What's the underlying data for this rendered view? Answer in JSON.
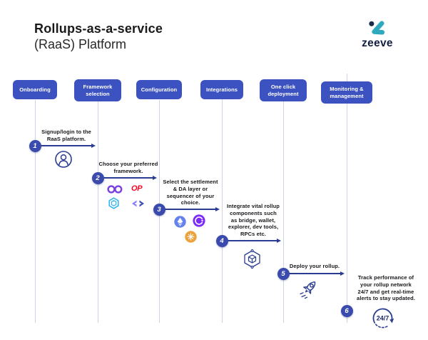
{
  "header": {
    "title_line1": "Rollups-as-a-service",
    "title_line2": "(RaaS) Platform",
    "brand": "zeeve"
  },
  "stages": [
    {
      "label": "Onboarding"
    },
    {
      "label": "Framework\nselection"
    },
    {
      "label": "Configuration"
    },
    {
      "label": "Integrations"
    },
    {
      "label": "One click\ndeployment"
    },
    {
      "label": "Monitoring &\nmanagement"
    }
  ],
  "steps": [
    {
      "number": "1",
      "text": "Signup/login to the\nRaaS platform.",
      "icon": "user-icon"
    },
    {
      "number": "2",
      "text": "Choose your preferred\nframework.",
      "icons": [
        "polygon-icon",
        "optimism-icon",
        "arbitrum-icon",
        "zksync-icon"
      ],
      "op_label": "OP"
    },
    {
      "number": "3",
      "text": "Select the settlement\n& DA layer or\nsequencer of your\nchoice.",
      "icons": [
        "ethereum-icon",
        "celestia-icon",
        "avail-icon"
      ]
    },
    {
      "number": "4",
      "text": "Integrate vital rollup\ncomponents such\nas bridge, wallet,\nexplorer, dev tools,\nRPCs etc.",
      "icon": "cube-network-icon"
    },
    {
      "number": "5",
      "text": "Deploy your rollup.",
      "icon": "rocket-icon"
    },
    {
      "number": "6",
      "text": "Track performance of\nyour rollup network\n24/7 and get real-time\nalerts to stay updated.",
      "icon": "support-247-icon",
      "badge": "24/7"
    }
  ],
  "colors": {
    "stage_blue": "#3d52c1",
    "badge_blue": "#3a4bad",
    "arrow_navy": "#2b3d92",
    "column_line": "#cdd3e8",
    "brand_teal": "#2fa9bd",
    "brand_navy": "#13203f",
    "optimism_red": "#ff0420",
    "polygon_purple": "#7b3fe4",
    "zksync_purple": "#8a7ef8",
    "arbitrum_blue": "#2bb2f2",
    "ethereum_blue": "#6481ee",
    "celestia_purple": "#7c2bfa",
    "avail_orange": "#eca23d"
  }
}
